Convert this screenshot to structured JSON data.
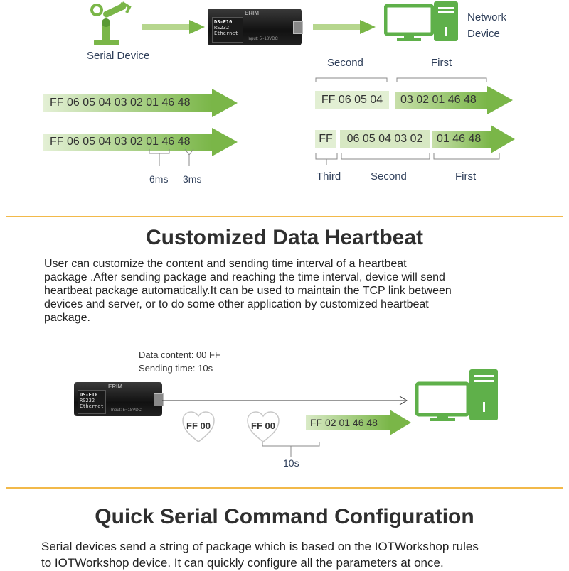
{
  "top": {
    "serial_device_label": "Serial Device",
    "network_device_label_1": "Network",
    "network_device_label_2": "Device",
    "device_text_brand": "ERIM",
    "device_text_model": "DS-E10",
    "device_text_rs": "RS232",
    "device_text_eth": "Ethernet",
    "device_text_input": "Input: 5~18VDC",
    "packet_1": "FF 06 05 04 03 02 01 46 48",
    "packet_2": "FF 06 05 04 03 02 01 46 48",
    "interval_6ms": "6ms",
    "interval_3ms": "3ms",
    "split_2_labels": {
      "second": "Second",
      "first": "First"
    },
    "split_2_segments": [
      "FF 06 05 04",
      "03 02 01 46 48"
    ],
    "split_3_segments": [
      "FF",
      "06 05 04 03 02",
      "01 46 48"
    ],
    "split_3_labels": {
      "third": "Third",
      "second": "Second",
      "first": "First"
    }
  },
  "heartbeat": {
    "title": "Customized Data Heartbeat",
    "paragraph_lines": [
      "User can customize the content and sending time interval of a heartbeat",
      "package .After sending package and reaching the time interval, device will send",
      "heartbeat package automatically.It can be used to maintain the TCP link between",
      "devices and server, or to do some other application by customized heartbeat",
      "package."
    ],
    "data_content": "Data content: 00 FF",
    "sending_time": "Sending time: 10s",
    "heart_1": "FF 00",
    "heart_2": "FF 00",
    "packet": "FF 02 01 46 48",
    "interval": "10s"
  },
  "quick": {
    "title": "Quick Serial Command Configuration",
    "paragraph_lines": [
      "Serial devices send a string of package which is based on the IOTWorkshop rules",
      "to IOTWorkshop device. It can quickly configure all the parameters at once."
    ]
  },
  "colors": {
    "green": "#7ab648",
    "green_light": "#cfe3b8",
    "accent_orange": "#f2b94a",
    "computer_green": "#5fb04a"
  }
}
